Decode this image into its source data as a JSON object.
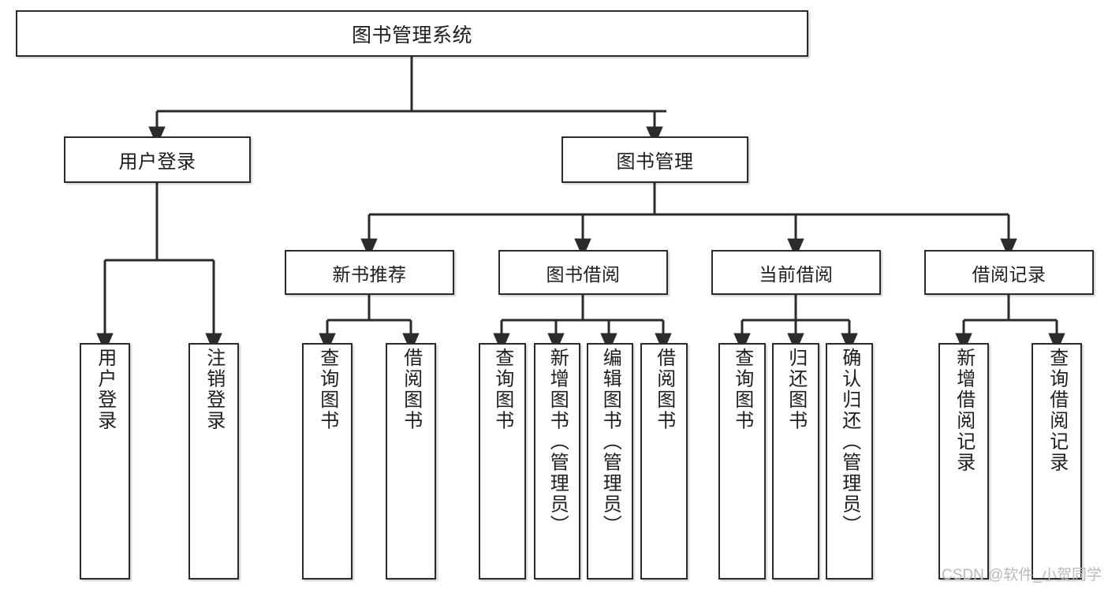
{
  "diagram": {
    "type": "tree-hierarchy-chart",
    "title": "图书管理系统",
    "watermark": "CSDN @软件_小贺同学",
    "colors": {
      "box_border": "#2b2b2b",
      "box_fill": "#ffffff",
      "edge": "#2b2b2b",
      "text": "#1d1d1d",
      "watermark": "#b9b9b9",
      "background": "#ffffff"
    },
    "nodes": {
      "root": {
        "label": "图书管理系统",
        "level": 0,
        "orientation": "horizontal"
      },
      "l1": [
        {
          "id": "user-login",
          "label": "用户登录",
          "level": 1,
          "orientation": "horizontal"
        },
        {
          "id": "book-management",
          "label": "图书管理",
          "level": 1,
          "orientation": "horizontal"
        }
      ],
      "l2": [
        {
          "id": "new-book-recommend",
          "label": "新书推荐",
          "level": 2,
          "orientation": "horizontal"
        },
        {
          "id": "book-borrow",
          "label": "图书借阅",
          "level": 2,
          "orientation": "horizontal"
        },
        {
          "id": "current-borrow",
          "label": "当前借阅",
          "level": 2,
          "orientation": "horizontal"
        },
        {
          "id": "borrow-record",
          "label": "借阅记录",
          "level": 2,
          "orientation": "horizontal"
        }
      ],
      "leaves": [
        {
          "id": "leaf-user-login",
          "label": "用户登录",
          "parent": "user-login",
          "orientation": "vertical"
        },
        {
          "id": "leaf-logout-login",
          "label": "注销登录",
          "parent": "user-login",
          "orientation": "vertical"
        },
        {
          "id": "leaf-query-book-1",
          "label": "查询图书",
          "parent": "new-book-recommend",
          "orientation": "vertical"
        },
        {
          "id": "leaf-borrow-book-1",
          "label": "借阅图书",
          "parent": "new-book-recommend",
          "orientation": "vertical"
        },
        {
          "id": "leaf-query-book-2",
          "label": "查询图书",
          "parent": "book-borrow",
          "orientation": "vertical"
        },
        {
          "id": "leaf-add-book",
          "label": "新增图书（管理员）",
          "parent": "book-borrow",
          "orientation": "vertical"
        },
        {
          "id": "leaf-edit-book",
          "label": "编辑图书（管理员）",
          "parent": "book-borrow",
          "orientation": "vertical"
        },
        {
          "id": "leaf-borrow-book-2",
          "label": "借阅图书",
          "parent": "book-borrow",
          "orientation": "vertical"
        },
        {
          "id": "leaf-query-book-3",
          "label": "查询图书",
          "parent": "current-borrow",
          "orientation": "vertical"
        },
        {
          "id": "leaf-return-book",
          "label": "归还图书",
          "parent": "current-borrow",
          "orientation": "vertical"
        },
        {
          "id": "leaf-confirm-return",
          "label": "确认归还（管理员）",
          "parent": "current-borrow",
          "orientation": "vertical"
        },
        {
          "id": "leaf-add-record",
          "label": "新增借阅记录",
          "parent": "borrow-record",
          "orientation": "vertical"
        },
        {
          "id": "leaf-query-record",
          "label": "查询借阅记录",
          "parent": "borrow-record",
          "orientation": "vertical"
        }
      ]
    }
  }
}
